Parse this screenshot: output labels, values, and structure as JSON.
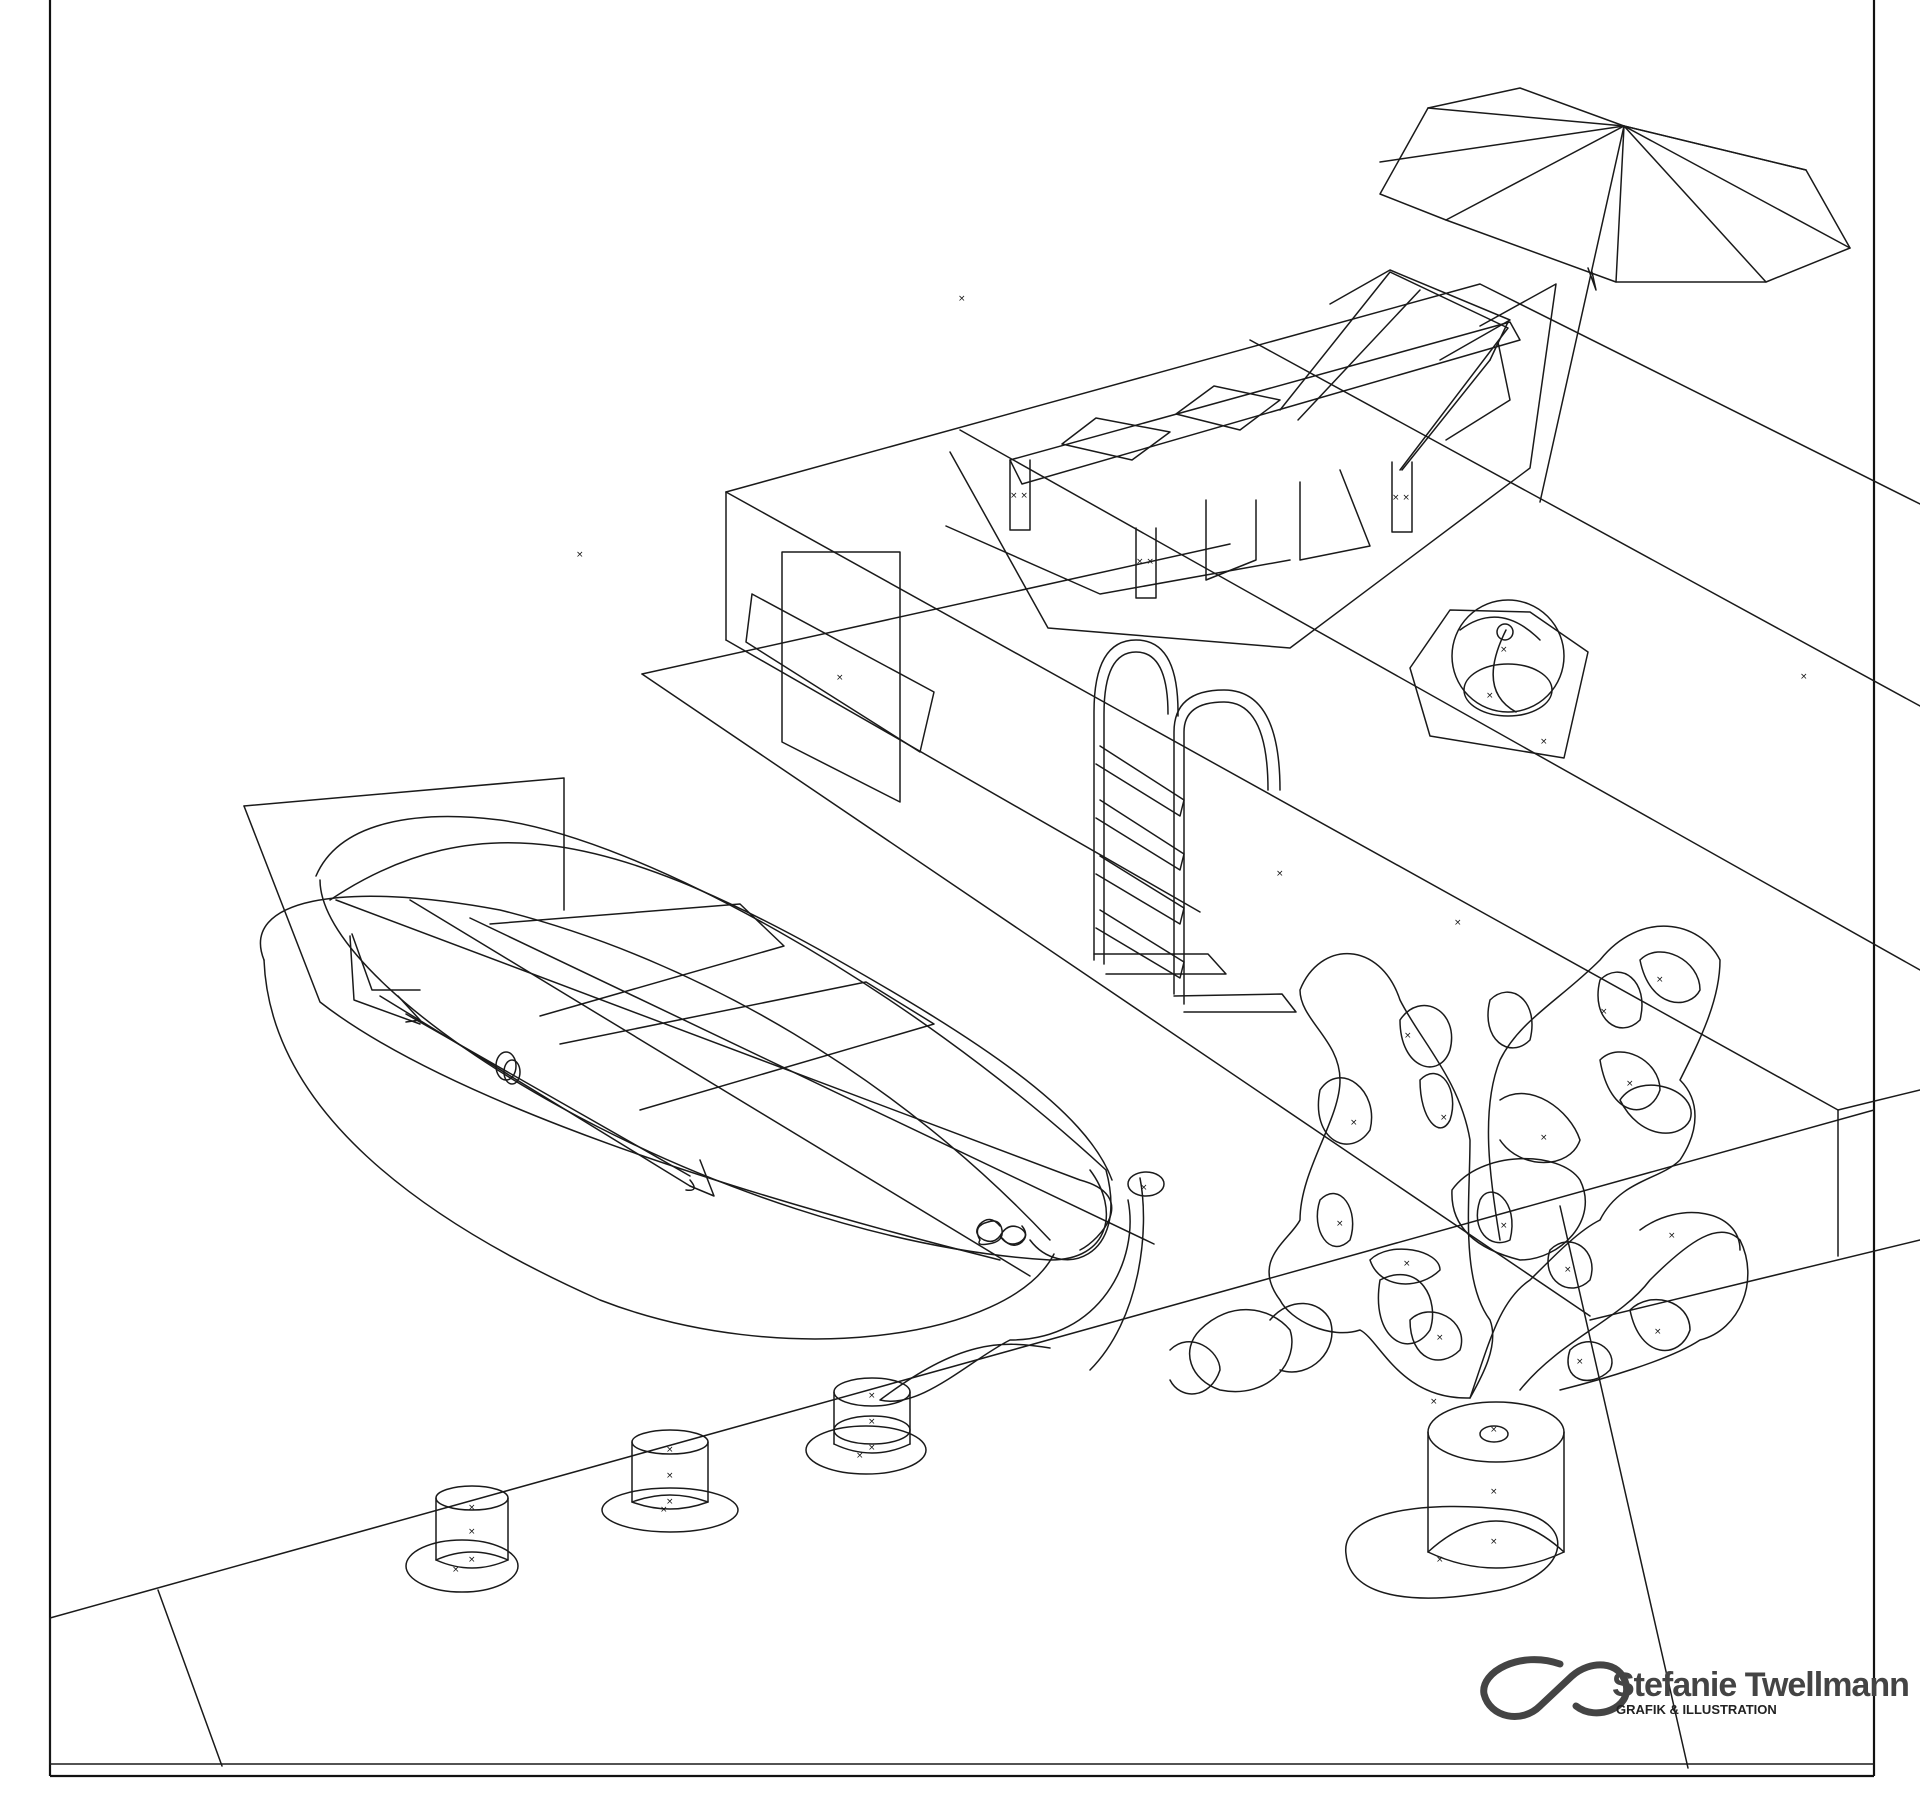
{
  "artwork": {
    "kind": "line-art",
    "subject": "isometric pool scene"
  },
  "brand": {
    "name": "Stefanie Twellmann",
    "tagline": "GRAFIK & ILLUSTRATION"
  },
  "colors": {
    "background": "#ffffff",
    "stroke": "#1a1a1a",
    "logo": "#444444"
  }
}
